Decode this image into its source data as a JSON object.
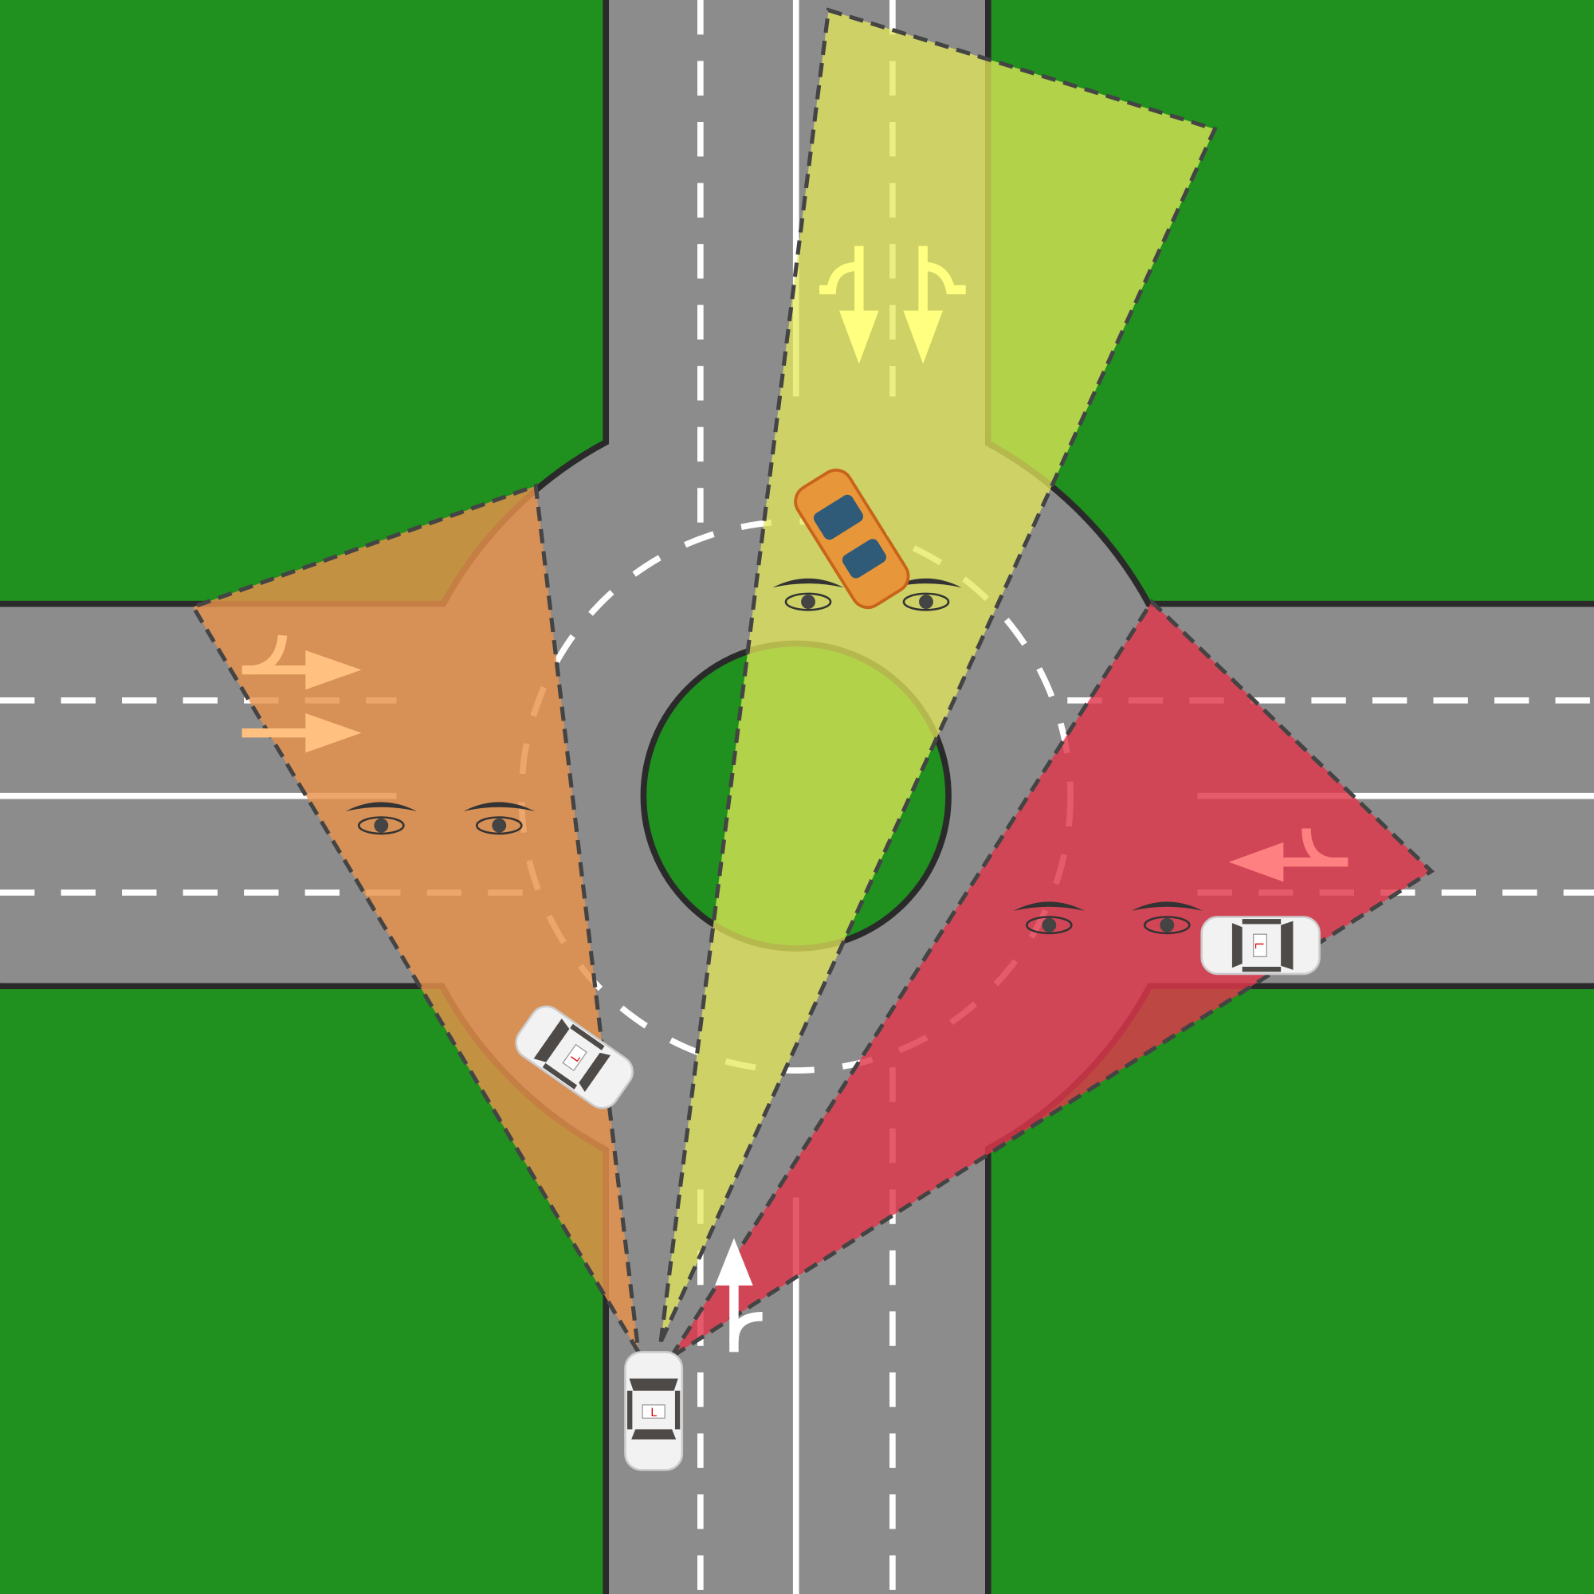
{
  "colors": {
    "grass": "#20901f",
    "road": "#8c8c8c",
    "curb": "#2a2a2a",
    "marking": "#ffffff",
    "cone_left": "#e8914a",
    "cone_ahead": "#e3e85a",
    "cone_right": "#e0374a",
    "taxi": "#e8963a"
  },
  "cars": [
    {
      "id": "learner-car-approach",
      "plate": "L"
    },
    {
      "id": "learner-car-left",
      "plate": "L"
    },
    {
      "id": "learner-car-right",
      "plate": "L"
    }
  ],
  "view_cones": [
    "left",
    "ahead",
    "right"
  ],
  "icons": [
    "eyes-icon",
    "lane-arrow-icon"
  ]
}
